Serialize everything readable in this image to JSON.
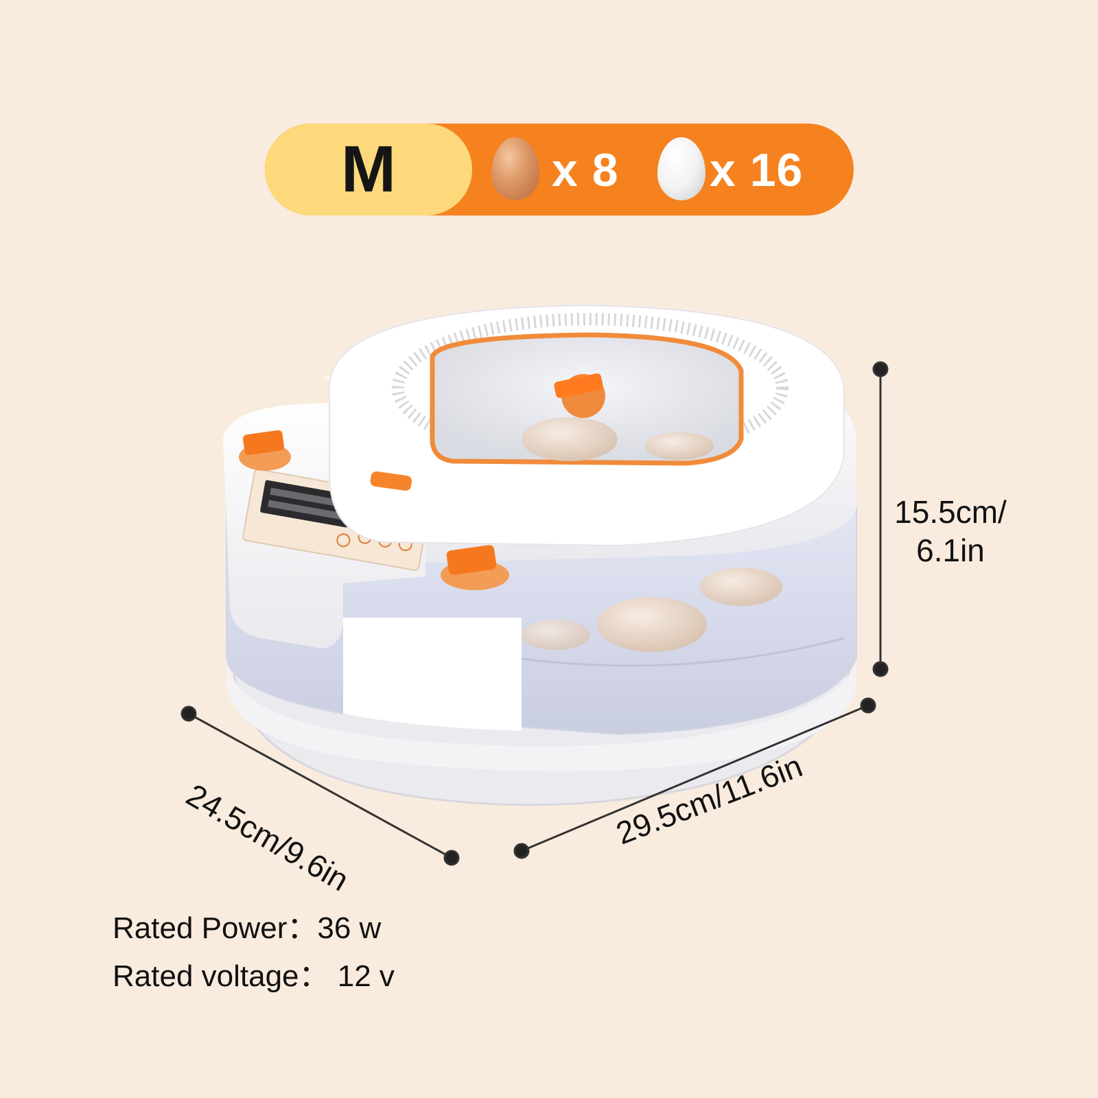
{
  "badge": {
    "size": "M",
    "brown_egg_count": "x 8",
    "white_egg_count": "x 16",
    "colors": {
      "size_bg": "#fdd97c",
      "pill_bg": "#f5821f"
    },
    "icons": [
      "brown-egg-icon",
      "white-egg-icon"
    ]
  },
  "dimensions": {
    "height_line1": "15.5cm/",
    "height_line2": "6.1in",
    "depth": "24.5cm/9.6in",
    "width": "29.5cm/11.6in"
  },
  "specs": [
    {
      "text": "Rated Power：36 w"
    },
    {
      "text": "Rated voltage： 12 v"
    }
  ],
  "colors": {
    "background": "#f9ecdf",
    "accent": "#f5821f"
  }
}
